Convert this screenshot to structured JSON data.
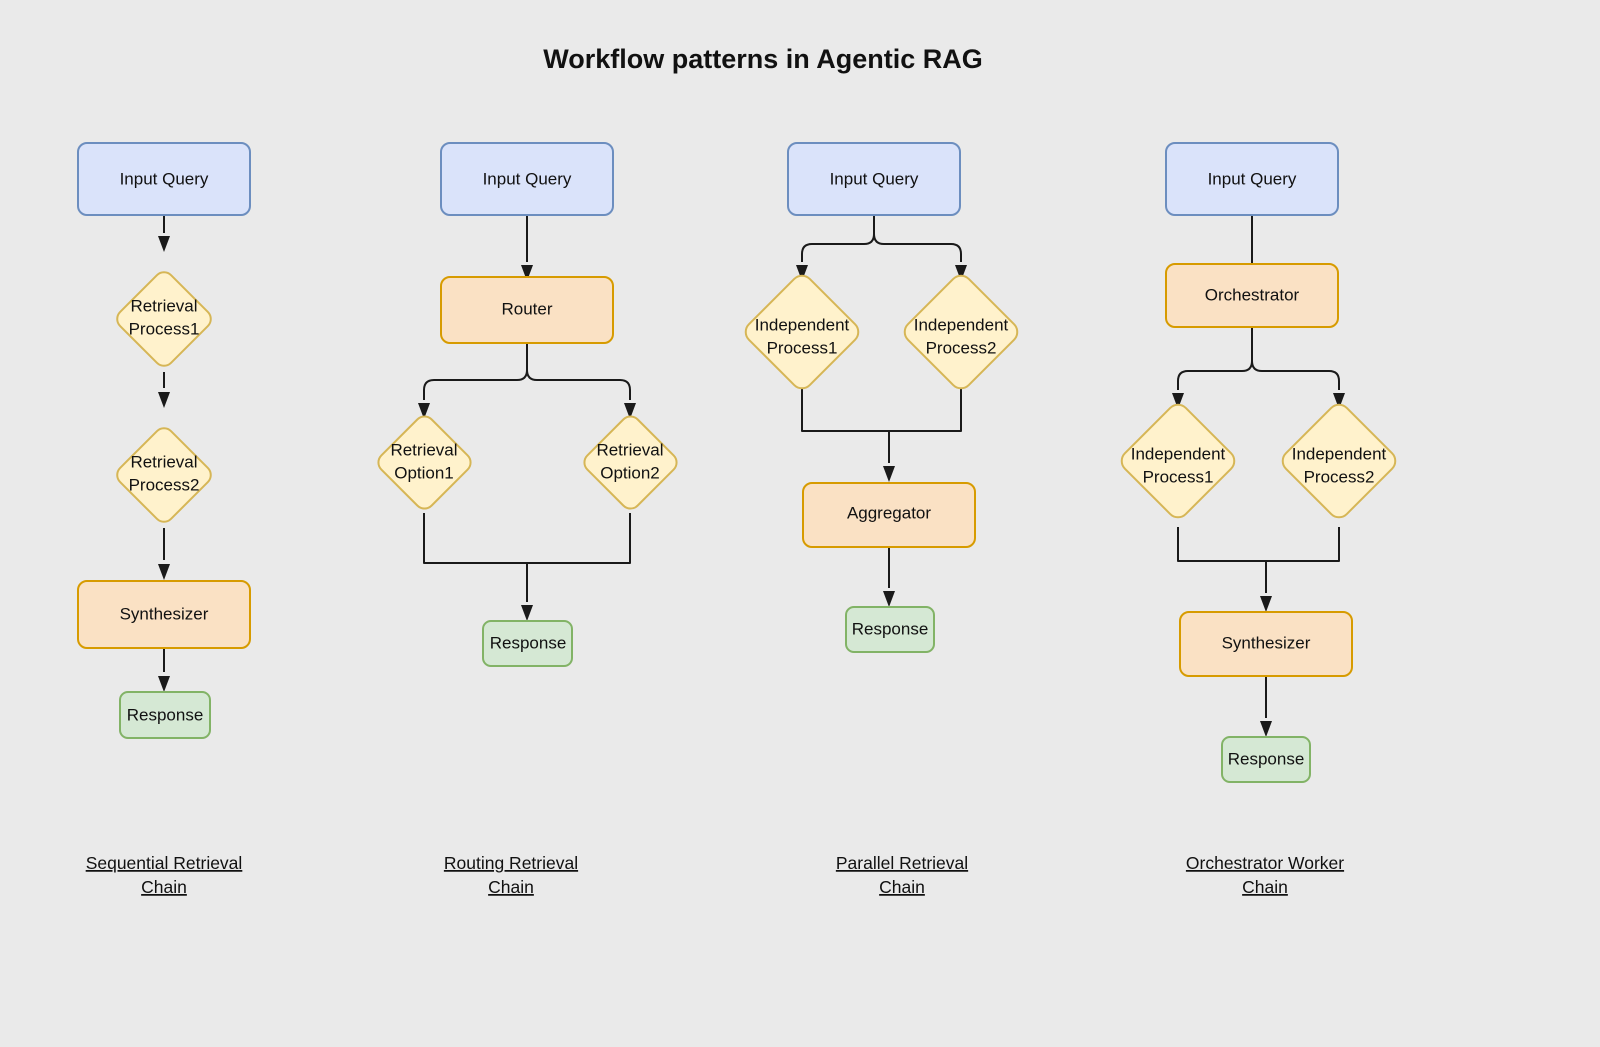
{
  "title": "Workflow patterns in Agentic RAG",
  "colors": {
    "background": "#eaeaea",
    "input_fill": "#dae3fa",
    "input_stroke": "#6c8ebf",
    "process_fill": "#fff2cc",
    "process_stroke": "#d6b656",
    "action_fill": "#fae1c4",
    "action_stroke": "#d79b00",
    "response_fill": "#d5e8d4",
    "response_stroke": "#82b366",
    "edge": "#1a1a1a",
    "text": "#111111"
  },
  "columns": [
    {
      "id": "sequential",
      "caption_line1": "Sequential Retrieval",
      "caption_line2": "Chain",
      "nodes": [
        {
          "id": "c1-input",
          "type": "box",
          "kind": "input",
          "label_line1": "Input Query",
          "label_line2": ""
        },
        {
          "id": "c1-retrieval1",
          "type": "diamond",
          "kind": "process",
          "label_line1": "Retrieval",
          "label_line2": "Process1"
        },
        {
          "id": "c1-retrieval2",
          "type": "diamond",
          "kind": "process",
          "label_line1": "Retrieval",
          "label_line2": "Process2"
        },
        {
          "id": "c1-synthesizer",
          "type": "box",
          "kind": "action",
          "label_line1": "Synthesizer",
          "label_line2": ""
        },
        {
          "id": "c1-response",
          "type": "box",
          "kind": "response",
          "label_line1": "Response",
          "label_line2": ""
        }
      ]
    },
    {
      "id": "routing",
      "caption_line1": "Routing Retrieval",
      "caption_line2": "Chain",
      "nodes": [
        {
          "id": "c2-input",
          "type": "box",
          "kind": "input",
          "label_line1": "Input Query",
          "label_line2": ""
        },
        {
          "id": "c2-router",
          "type": "box",
          "kind": "action",
          "label_line1": "Router",
          "label_line2": ""
        },
        {
          "id": "c2-option1",
          "type": "diamond",
          "kind": "process",
          "label_line1": "Retrieval",
          "label_line2": "Option1"
        },
        {
          "id": "c2-option2",
          "type": "diamond",
          "kind": "process",
          "label_line1": "Retrieval",
          "label_line2": "Option2"
        },
        {
          "id": "c2-response",
          "type": "box",
          "kind": "response",
          "label_line1": "Response",
          "label_line2": ""
        }
      ]
    },
    {
      "id": "parallel",
      "caption_line1": "Parallel Retrieval",
      "caption_line2": "Chain",
      "nodes": [
        {
          "id": "c3-input",
          "type": "box",
          "kind": "input",
          "label_line1": "Input Query",
          "label_line2": ""
        },
        {
          "id": "c3-process1",
          "type": "diamond",
          "kind": "process",
          "label_line1": "Independent",
          "label_line2": "Process1"
        },
        {
          "id": "c3-process2",
          "type": "diamond",
          "kind": "process",
          "label_line1": "Independent",
          "label_line2": "Process2"
        },
        {
          "id": "c3-aggregator",
          "type": "box",
          "kind": "action",
          "label_line1": "Aggregator",
          "label_line2": ""
        },
        {
          "id": "c3-response",
          "type": "box",
          "kind": "response",
          "label_line1": "Response",
          "label_line2": ""
        }
      ]
    },
    {
      "id": "orchestrator",
      "caption_line1": "Orchestrator Worker",
      "caption_line2": "Chain",
      "nodes": [
        {
          "id": "c4-input",
          "type": "box",
          "kind": "input",
          "label_line1": "Input Query",
          "label_line2": ""
        },
        {
          "id": "c4-orchestrator",
          "type": "box",
          "kind": "action",
          "label_line1": "Orchestrator",
          "label_line2": ""
        },
        {
          "id": "c4-process1",
          "type": "diamond",
          "kind": "process",
          "label_line1": "Independent",
          "label_line2": "Process1"
        },
        {
          "id": "c4-process2",
          "type": "diamond",
          "kind": "process",
          "label_line1": "Independent",
          "label_line2": "Process2"
        },
        {
          "id": "c4-synthesizer",
          "type": "box",
          "kind": "action",
          "label_line1": "Synthesizer",
          "label_line2": ""
        },
        {
          "id": "c4-response",
          "type": "box",
          "kind": "response",
          "label_line1": "Response",
          "label_line2": ""
        }
      ]
    }
  ]
}
